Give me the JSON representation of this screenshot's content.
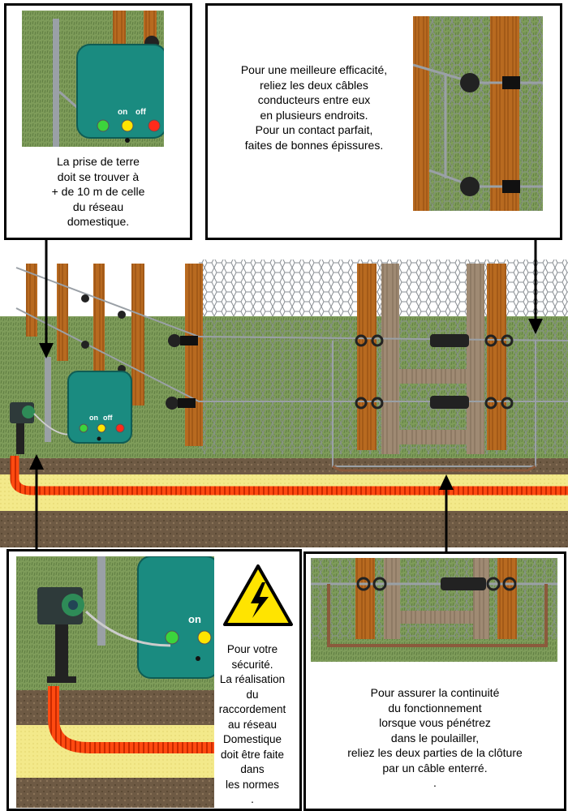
{
  "panel_top_left": {
    "text_lines": [
      "La prise de terre",
      "doit se trouver à",
      "+ de 10 m de celle",
      "du réseau",
      "domestique."
    ]
  },
  "panel_top_right": {
    "text_lines": [
      "Pour une meilleure efficacité,",
      "reliez les deux câbles",
      "conducteurs entre eux",
      "en plusieurs endroits.",
      "Pour un contact parfait,",
      "faites de bonnes épissures."
    ]
  },
  "panel_bottom_left": {
    "text_lines": [
      "Pour votre",
      "sécurité.",
      "La réalisation",
      "du",
      "raccordement",
      "au réseau",
      "Domestique",
      "doit être faite",
      "dans",
      "les normes",
      "."
    ]
  },
  "panel_bottom_right": {
    "text_lines": [
      "Pour assurer la continuité",
      "du fonctionnement",
      "lorsque vous pénétrez",
      "dans le poulailler,",
      "reliez les deux parties de la clôture",
      "par un câble enterré.",
      "."
    ]
  },
  "energizer": {
    "on_label": "on",
    "off_label": "off"
  },
  "colors": {
    "energizer_teal": "#1a8b80",
    "grass_green": "#7a9a55",
    "cable_orange": "#ff4a10",
    "sand_yellow": "#f3e98a",
    "post_brown": "#a35a14",
    "hazard_yellow": "#ffe400"
  },
  "icons": [
    "high-voltage-warning-icon",
    "on-indicator-icon",
    "off-indicator-icon",
    "power-socket-icon"
  ]
}
